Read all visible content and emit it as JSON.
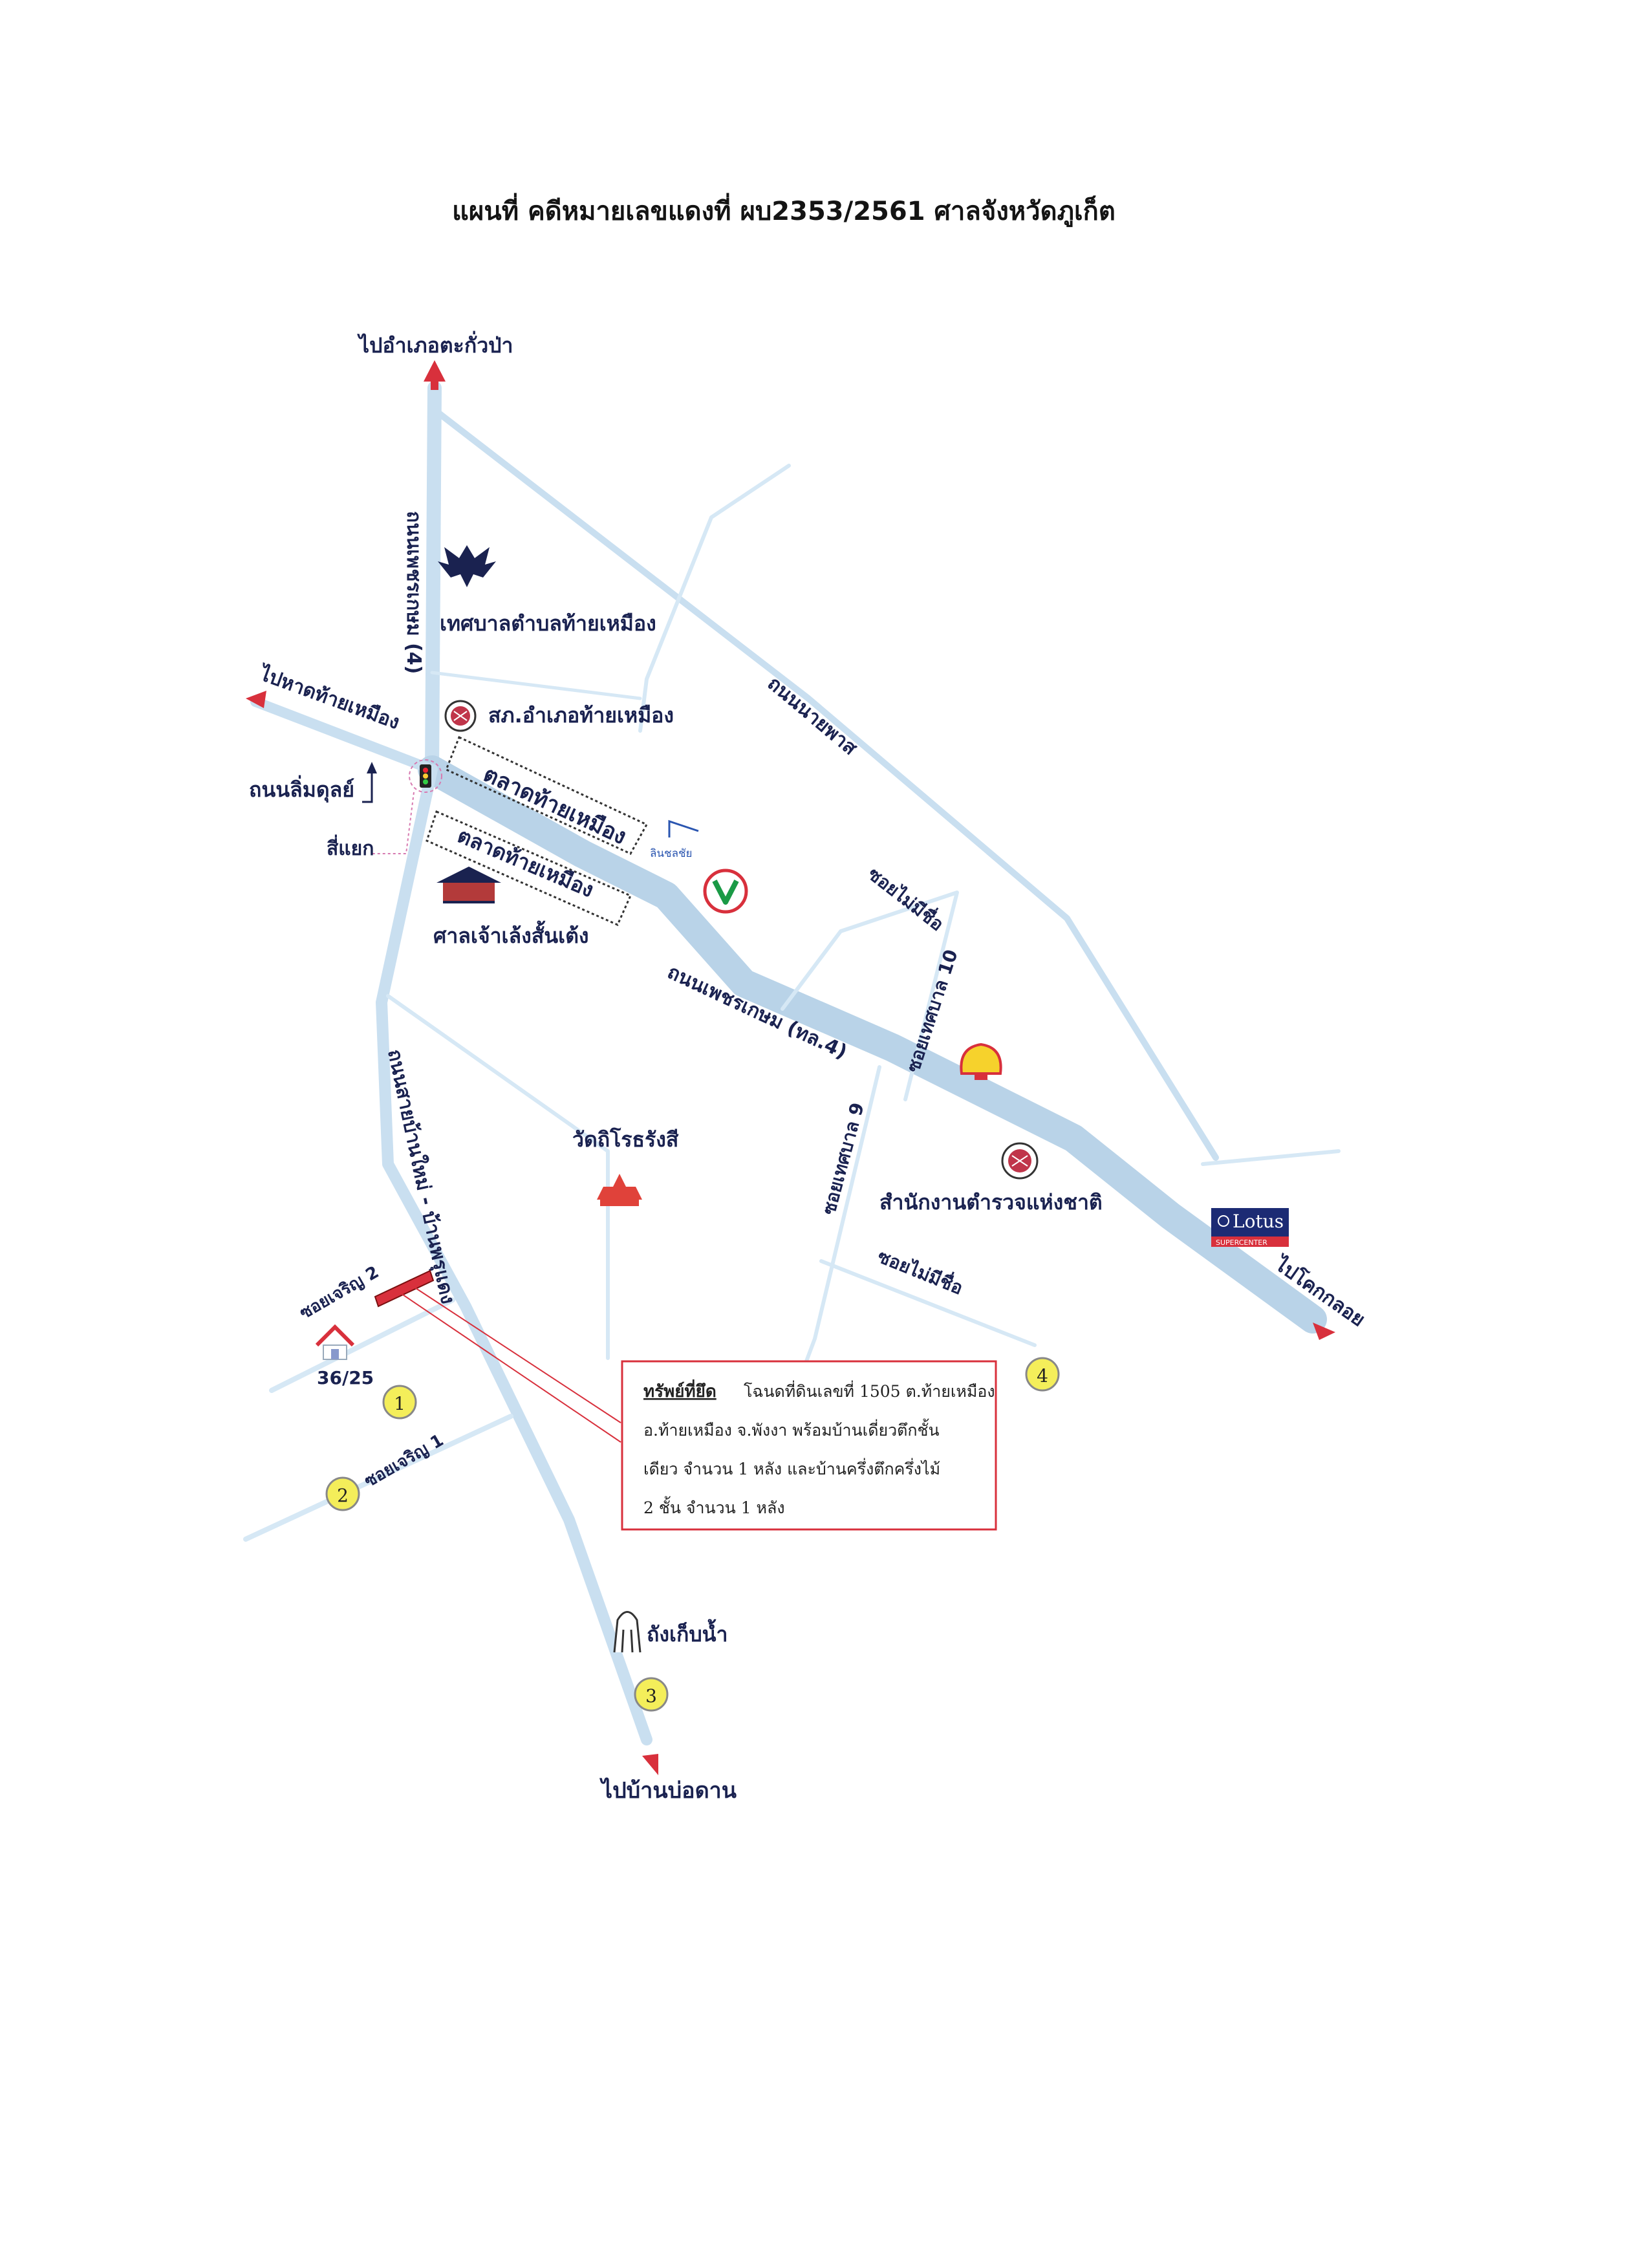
{
  "title": "แผนที่ คดีหมายเลขแดงที่ ผบ2353/2561 ศาลจังหวัดภูเก็ต",
  "directions": {
    "to_takuapa": "ไปอำเภอตะกั่วป่า",
    "to_beach": "ไปหาดท้ายเหมือง",
    "to_kokkloi": "ไปโคกกลอย",
    "to_ban_bo_dan": "ไปบ้านบ่อดาน"
  },
  "roads": {
    "petchkasem_north": "ถนนเพชรเกษม (4)",
    "petchkasem_main": "ถนนเพชรเกษม (ทล.4)",
    "limdul": "ถนนลิ่มดุลย์",
    "nai_phat": "ถนนนายพาส",
    "ban_mai_ban_phru_daeng": "ถนนสายบ้านใหม่ - บ้านพรุแดง",
    "soi_charoen_2": "ซอยเจริญ 2",
    "soi_charoen_1": "ซอยเจริญ 1",
    "soi_no_name_1": "ซอยไม่มีชื่อ",
    "soi_no_name_2": "ซอยไม่มีชื่อ",
    "soi_tessaban_10": "ซอยเทศบาล 10",
    "soi_tessaban_9": "ซอยเทศบาล 9"
  },
  "places": {
    "municipality": "เทศบาลตำบลท้ายเหมือง",
    "police_station": "สภ.อำเภอท้ายเหมือง",
    "market_1": "ตลาดท้ายเหมือง",
    "market_2": "ตลาดท้ายเหมือง",
    "intersection": "สี่แยก",
    "shrine": "ศาลเจ้าเล้งสั้นเต้ง",
    "temple": "วัดถิโรธรังสี",
    "national_police": "สำนักงานตำรวจแห่งชาติ",
    "water_tank": "ถังเก็บน้ำ",
    "house_number": "36/25",
    "lotus_brand": "Lotus",
    "lotus_sub": "SUPERCENTER",
    "flag_label": "ลินชลชัย"
  },
  "markers": [
    "1",
    "2",
    "3",
    "4"
  ],
  "property_box": {
    "label": "ทรัพย์ที่ยึด",
    "line1": "โฉนดที่ดินเลขที่ 1505 ต.ท้ายเหมือง",
    "line2": "อ.ท้ายเหมือง จ.พังงา พร้อมบ้านเดี่ยวตึกชั้น",
    "line3": "เดียว จำนวน 1 หลัง และบ้านครึ่งตึกครึ่งไม้",
    "line4": "2 ชั้น จำนวน 1 หลัง"
  },
  "colors": {
    "road": "#c9dff0",
    "text": "#1a2250",
    "accent_red": "#d8303c",
    "marker_yellow": "#f4ee5a",
    "box_border": "#d8303c"
  }
}
